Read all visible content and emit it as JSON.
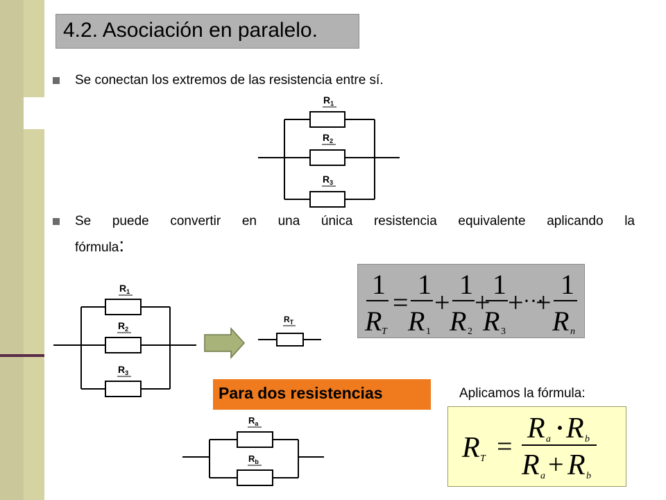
{
  "title": "4.2. Asociación en paralelo.",
  "bullet1": "Se conectan los extremos de las resistencia entre sí.",
  "bullet2_line1": "Se puede convertir en una única resistencia equivalente aplicando la",
  "bullet2_line2": "fórmula",
  "bullet2_colon": ":",
  "circuit1": {
    "r1": {
      "base": "R",
      "sub": "1"
    },
    "r2": {
      "base": "R",
      "sub": "2"
    },
    "r3": {
      "base": "R",
      "sub": "3"
    }
  },
  "circuit2": {
    "r1": {
      "base": "R",
      "sub": "1"
    },
    "r2": {
      "base": "R",
      "sub": "2"
    },
    "r3": {
      "base": "R",
      "sub": "3"
    },
    "rt": {
      "base": "R",
      "sub": "T"
    }
  },
  "formula1": {
    "one": "1",
    "R": "R",
    "subs": [
      "T",
      "1",
      "2",
      "3",
      "n"
    ],
    "equals": "=",
    "plus": "+",
    "dots": "···"
  },
  "orange_label": "Para dos resistencias",
  "aplicamos": "Aplicamos la fórmula:",
  "circuit3": {
    "ra": {
      "base": "R",
      "sub": "a"
    },
    "rb": {
      "base": "R",
      "sub": "b"
    }
  },
  "formula2": {
    "R": "R",
    "sub_t": "T",
    "sub_a": "a",
    "sub_b": "b",
    "equals": "=",
    "dot": "·",
    "plus": "+"
  },
  "colors": {
    "sidebar": "#d6d3a3",
    "title_bg": "#b2b2b2",
    "orange": "#f07a1e",
    "formula2_bg": "#ffffc8",
    "arrow": "#a8b37a"
  }
}
